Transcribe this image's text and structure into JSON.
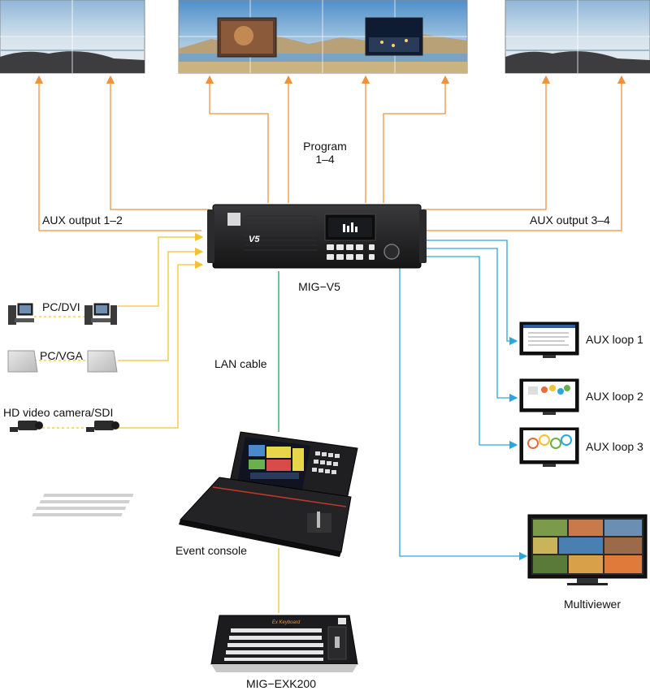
{
  "labels": {
    "program": "Program",
    "program_range": "1–4",
    "aux_left": "AUX output 1–2",
    "aux_right": "AUX output 3–4",
    "processor": "MIG−V5",
    "lan": "LAN cable",
    "pc_dvi": "PC/DVI",
    "pc_vga": "PC/VGA",
    "camera": "HD video camera/SDI",
    "aux_loop_1": "AUX loop 1",
    "aux_loop_2": "AUX loop 2",
    "aux_loop_3": "AUX loop 3",
    "multiviewer": "Multiviewer",
    "event_console": "Event console",
    "keyboard_model": "MIG−EXK200"
  },
  "device_text": {
    "front_panel_logo": "V5",
    "keyboard_brand": "Ex Keyboard"
  },
  "colors": {
    "output_line": "#f0923a",
    "input_line": "#f2c231",
    "loop_line": "#2aa6df",
    "lan_line": "#2da46a",
    "device_dark": "#1c1c1e"
  }
}
